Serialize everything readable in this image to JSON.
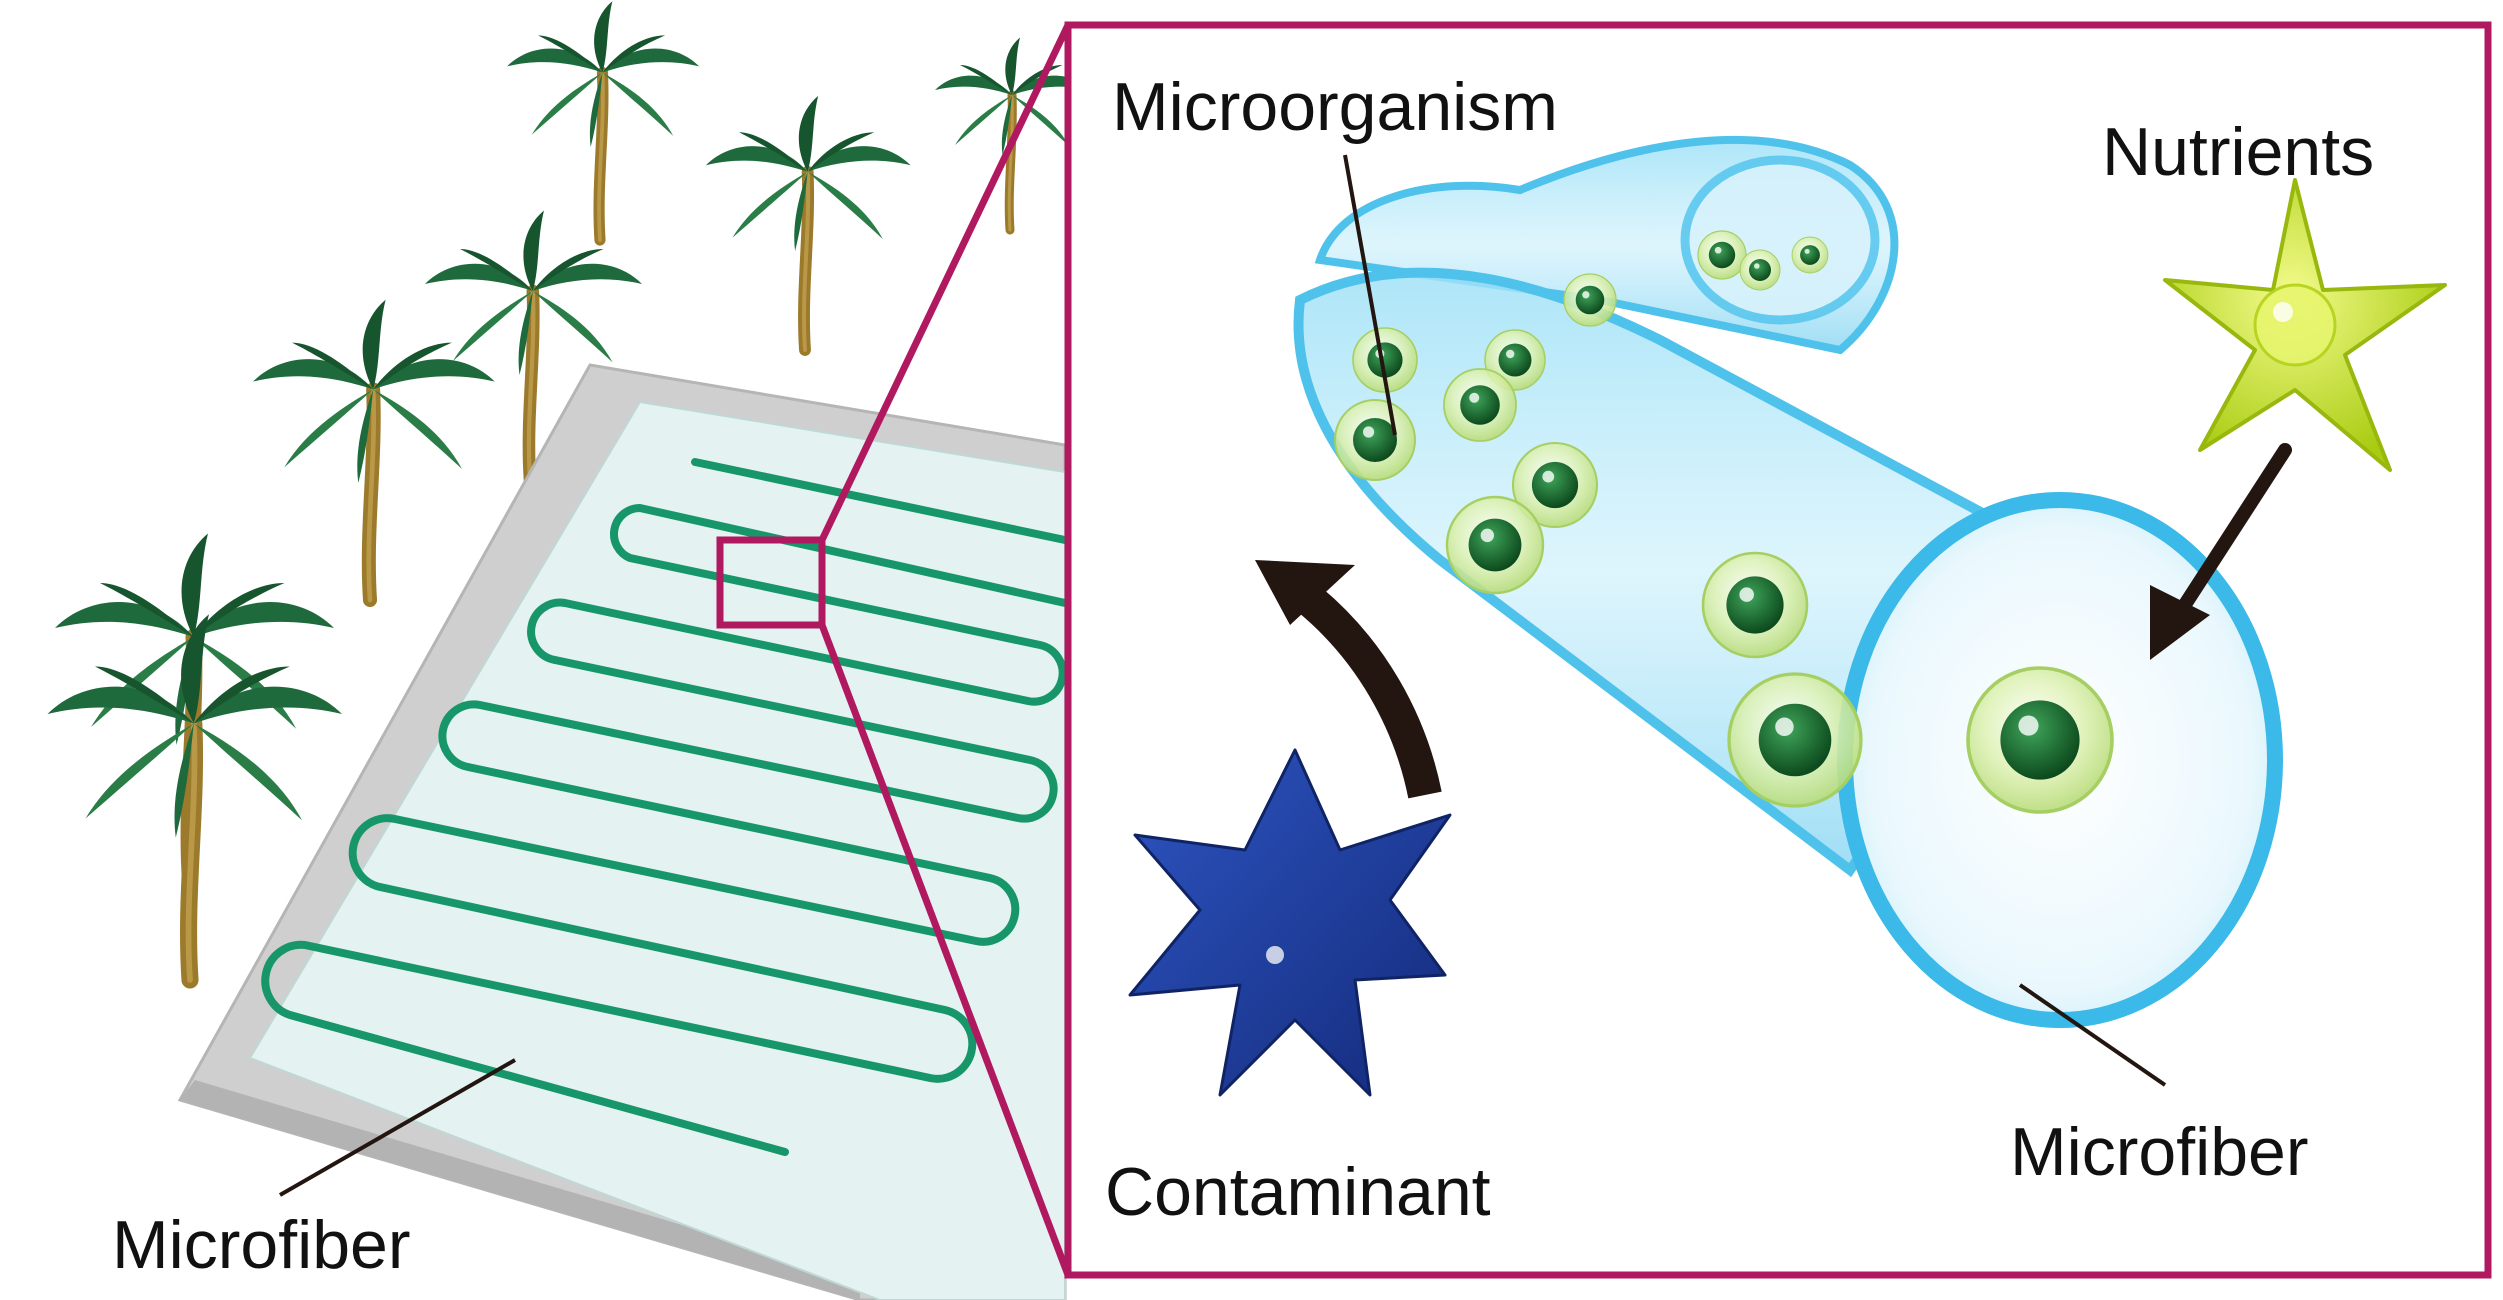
{
  "labels": {
    "microfiber_left": "Microfiber",
    "microorganism": "Microorganism",
    "nutrients": "Nutrients",
    "contaminant": "Contaminant",
    "microfiber_right": "Microfiber"
  },
  "colors": {
    "frame": "#B0195F",
    "fiber": "#17966A",
    "water": "#E4F3F1",
    "basin": "#D7D7D7",
    "tube": "#54C6EE",
    "cell": "#156B2B",
    "cell_shell": "#D8EFA6",
    "nutrient": "#C6E424",
    "contaminant": "#1D3B9C",
    "arrow": "#231510",
    "palm_leaf": "#1F6A3C",
    "palm_trunk": "#9C7A2C"
  },
  "icons": {
    "palms": "palm-tree-icon",
    "nutrient": "star-icon",
    "contaminant": "spiky-star-icon",
    "cells": "cell-icon"
  }
}
